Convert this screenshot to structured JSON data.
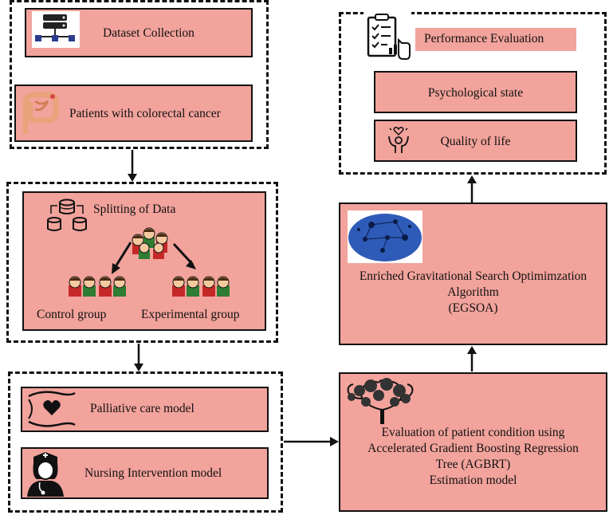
{
  "panel_data_collection": {
    "dataset_collection": "Dataset Collection",
    "patients": "Patients with colorectal cancer"
  },
  "panel_splitting": {
    "title": "Splitting of Data",
    "control_group": "Control group",
    "experimental_group": "Experimental group"
  },
  "panel_models": {
    "palliative": "Palliative care model",
    "nursing": "Nursing Intervention model"
  },
  "agbrt": {
    "line1": "Evaluation of patient condition using",
    "line2": "Accelerated Gradient Boosting Regression",
    "line3": "Tree (AGBRT)",
    "line4": "Estimation model"
  },
  "egsoa": {
    "line1": "Enriched Gravitational Search Optimimzation",
    "line2": "Algorithm",
    "line3": "(EGSOA)"
  },
  "panel_performance": {
    "title": "Performance Evaluation",
    "psychological": "Psychological state",
    "quality": "Quality of life"
  },
  "icons": [
    "server-icon",
    "intestine-icon",
    "database-split-icon",
    "people-icon",
    "hand-heart-icon",
    "nurse-icon",
    "tree-icon",
    "network-icon",
    "clipboard-icon",
    "wellbeing-icon"
  ],
  "colors": {
    "box_fill": "#f2a39c",
    "border": "#111111"
  }
}
